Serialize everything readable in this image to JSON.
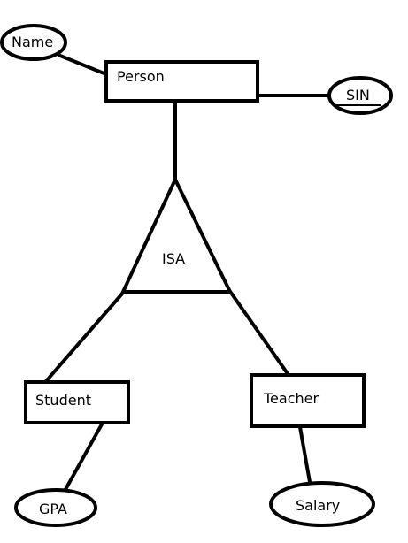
{
  "diagram": {
    "entities": {
      "person": "Person",
      "student": "Student",
      "teacher": "Teacher"
    },
    "relationship": {
      "isa": "ISA"
    },
    "attributes": {
      "name": "Name",
      "sin": "SIN",
      "gpa": "GPA",
      "salary": "Salary"
    },
    "key_attributes": [
      "SIN"
    ]
  },
  "colors": {
    "stroke": "#000000",
    "background": "#ffffff"
  }
}
